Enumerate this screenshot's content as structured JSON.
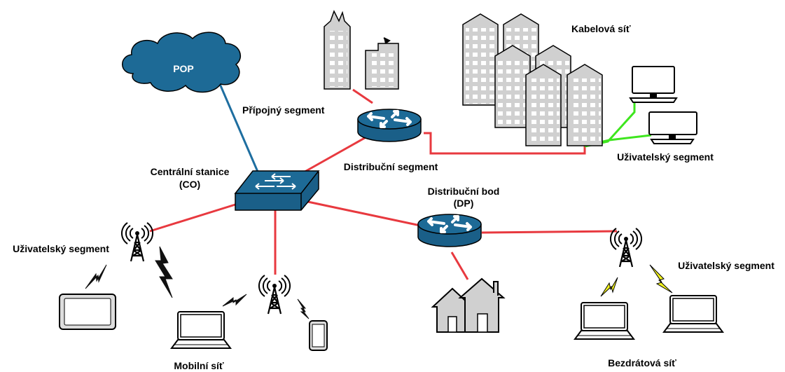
{
  "labels": {
    "pop": "POP",
    "pripojny_segment": "Přípojný segment",
    "centralni_stanice": "Centrální stanice",
    "co": "(CO)",
    "distribucni_segment": "Distribuční segment",
    "kabelova_sit": "Kabelová síť",
    "uzivatelsky_segment_cable": "Uživatelský segment",
    "distribucni_bod": "Distribuční bod",
    "dp": "(DP)",
    "uzivatelsky_segment_mobile": "Uživatelský segment",
    "uzivatelsky_segment_wireless": "Uživatelský segment",
    "mobilni_sit": "Mobilní síť",
    "bezdratova_sit": "Bezdrátová síť"
  },
  "colors": {
    "device_blue": "#1d6a96",
    "link_red": "#e8393f",
    "link_green": "#3ee61e",
    "link_blue": "#1e6ea0",
    "lightning_black": "#111111",
    "lightning_yellow": "#f2f21e",
    "building_gray": "#d0d0d0"
  },
  "icons": [
    "cloud-icon",
    "switch-icon",
    "router-icon",
    "building-icon",
    "house-icon",
    "tower-icon",
    "laptop-icon",
    "tablet-icon",
    "phone-icon",
    "desktop-icon",
    "lightning-icon"
  ]
}
